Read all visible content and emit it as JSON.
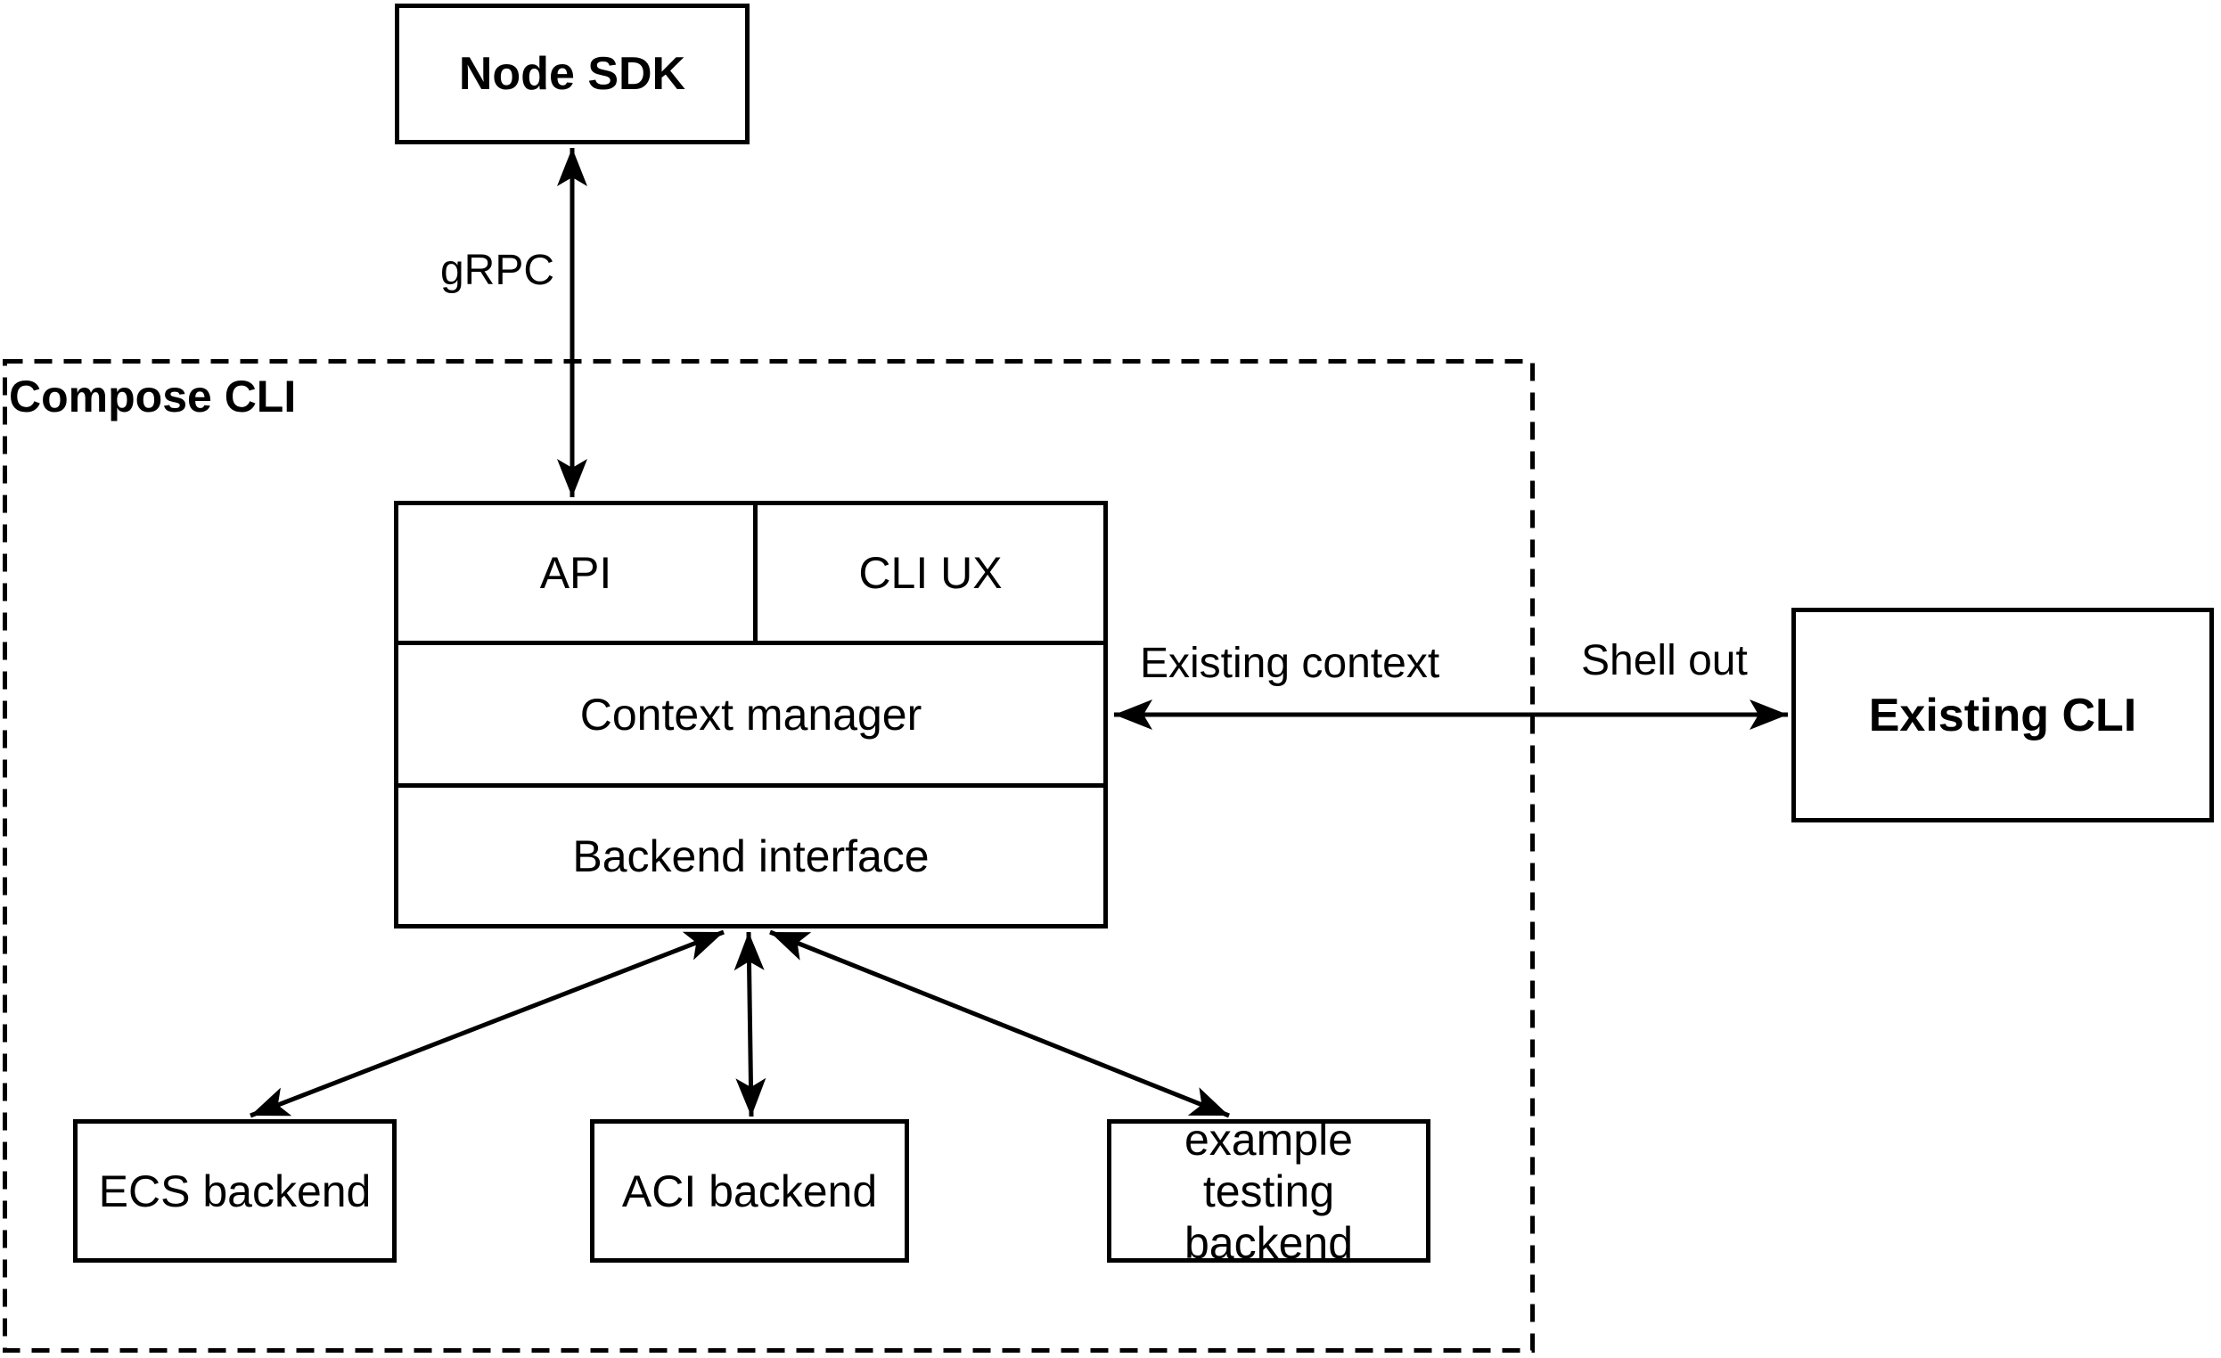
{
  "diagram": {
    "container": {
      "label": "Compose CLI"
    },
    "nodes": {
      "node_sdk": {
        "label": "Node SDK"
      },
      "api": {
        "label": "API"
      },
      "cli_ux": {
        "label": "CLI UX"
      },
      "context_manager": {
        "label": "Context manager"
      },
      "backend_interface": {
        "label": "Backend interface"
      },
      "ecs_backend": {
        "label": "ECS backend"
      },
      "aci_backend": {
        "label": "ACI backend"
      },
      "example_testing_backend": {
        "label": "example testing backend"
      },
      "existing_cli": {
        "label": "Existing CLI"
      }
    },
    "edges": {
      "grpc": {
        "label": "gRPC"
      },
      "existing_context": {
        "label": "Existing context"
      },
      "shell_out": {
        "label": "Shell out"
      }
    },
    "colors": {
      "stroke": "#000000",
      "background": "#ffffff"
    }
  }
}
